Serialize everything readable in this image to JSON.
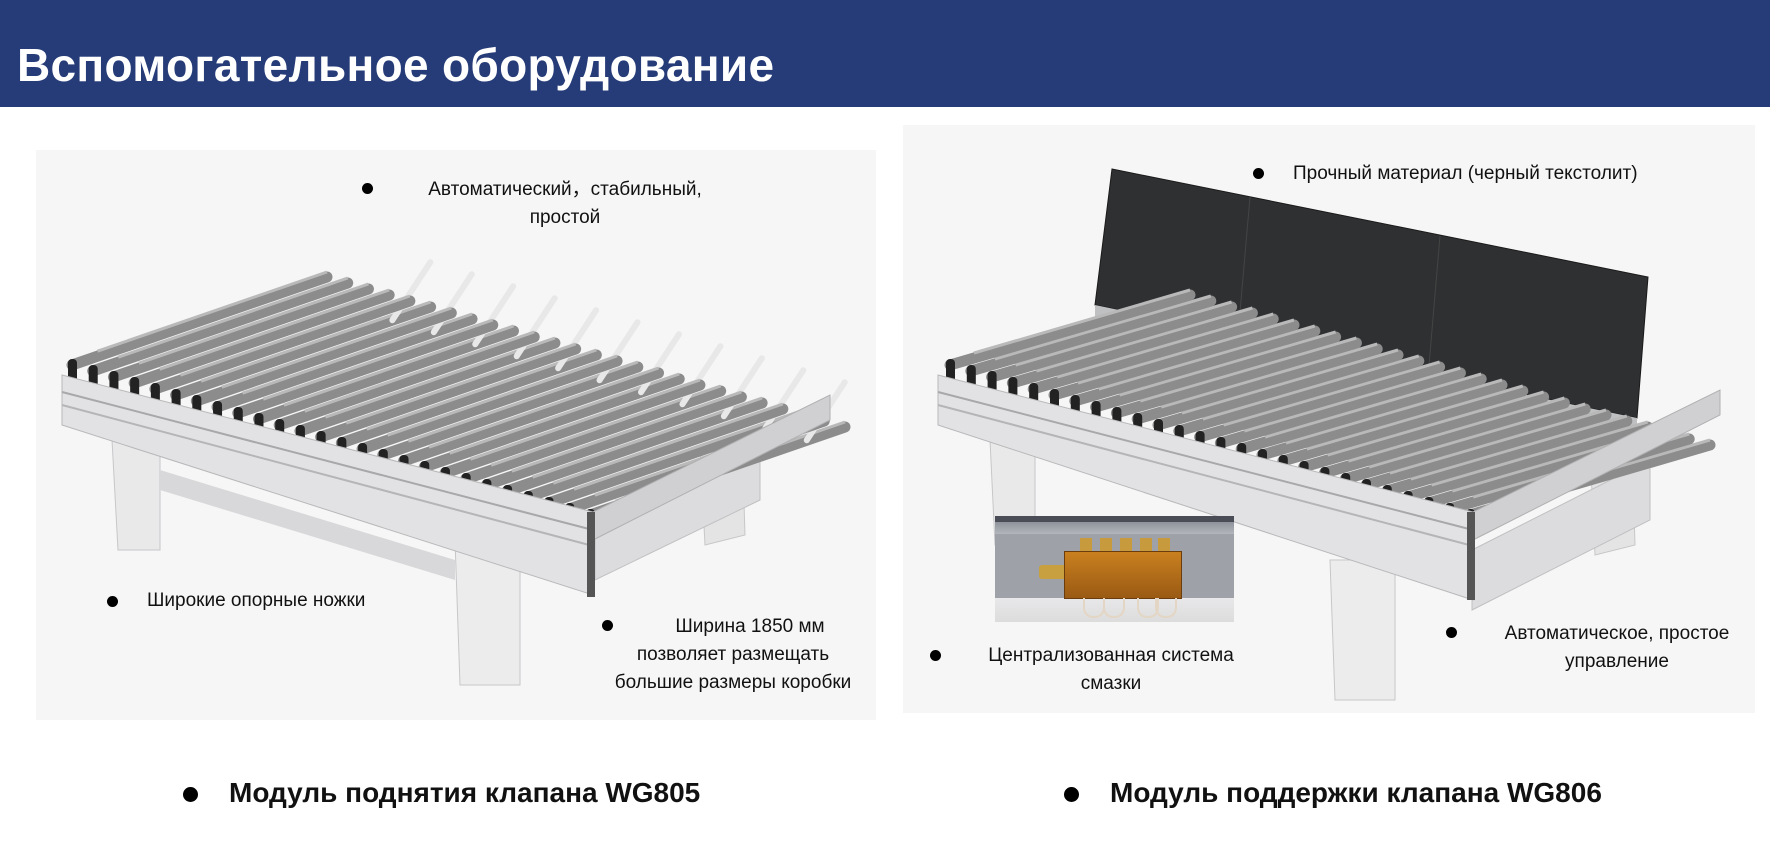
{
  "header": {
    "title": "Вспомогательное оборудование"
  },
  "left_module": {
    "caption": "Модуль поднятия клапана WG805",
    "notes": {
      "automatic": [
        "Автоматический，стабильный,",
        "простой"
      ],
      "legs": "Широкие опорные ножки",
      "width": [
        "Ширина 1850 мм",
        "позволяет размещать",
        "большие размеры коробки"
      ]
    }
  },
  "right_module": {
    "caption": "Модуль поддержки клапана WG806",
    "notes": {
      "material": "Прочный материал (черный текстолит)",
      "lubrication": [
        "Централизованная система",
        "смазки"
      ],
      "control": [
        "Автоматическое, простое",
        "управление"
      ]
    }
  },
  "colors": {
    "header_bg": "#263c78",
    "roller": "#8c8c8c",
    "board": "#2f3032"
  }
}
